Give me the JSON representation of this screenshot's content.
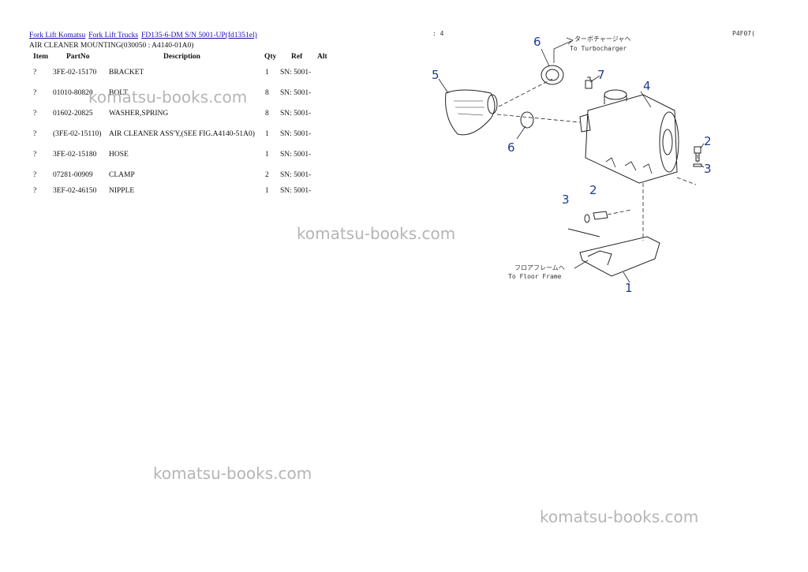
{
  "breadcrumb": [
    "Fork Lift Komatsu",
    "Fork Lift Trucks",
    "FD135-6-DM S/N 5001-UP(fd1351el)"
  ],
  "subtitle": "AIR CLEANER MOUNTING(030050 : A4140-01A0)",
  "columns": [
    "Item",
    "PartNo",
    "Description",
    "Qty",
    "Ref",
    "Alt"
  ],
  "rows": [
    {
      "item": "?",
      "part": "3FE-02-15170",
      "desc": "BRACKET",
      "qty": "1",
      "ref": "SN: 5001-"
    },
    {
      "item": "?",
      "part": "01010-80820",
      "desc": "BOLT",
      "qty": "8",
      "ref": "SN: 5001-"
    },
    {
      "item": "?",
      "part": "01602-20825",
      "desc": "WASHER,SPRING",
      "qty": "8",
      "ref": "SN: 5001-"
    },
    {
      "item": "?",
      "part": "(3FE-02-15110)",
      "desc": "AIR CLEANER ASS'Y,(SEE FIG.A4140-51A0)",
      "qty": "1",
      "ref": "SN: 5001-"
    },
    {
      "item": "?",
      "part": "3FE-02-15180",
      "desc": "HOSE",
      "qty": "1",
      "ref": "SN: 5001-"
    },
    {
      "item": "?",
      "part": "07281-00909",
      "desc": "CLAMP",
      "qty": "2",
      "ref": "SN: 5001-"
    },
    {
      "item": "?",
      "part": "3EF-02-46150",
      "desc": "NIPPLE",
      "qty": "1",
      "ref": "SN: 5001-"
    }
  ],
  "watermark": "komatsu-books.com",
  "diagram": {
    "page_left": ": 4",
    "page_right": "P4F07(",
    "labels": [
      "1",
      "2",
      "3",
      "2",
      "3",
      "4",
      "5",
      "6",
      "6",
      "7"
    ],
    "turbo_jp": "ターボチャージャヘ",
    "turbo_en": "To Turbocharger",
    "floor_jp": "フロアフレームヘ",
    "floor_en": "To Floor Frame"
  },
  "colors": {
    "link": "#1a0dab",
    "callout": "#1f3a93",
    "watermark": "#b5b5b5"
  }
}
